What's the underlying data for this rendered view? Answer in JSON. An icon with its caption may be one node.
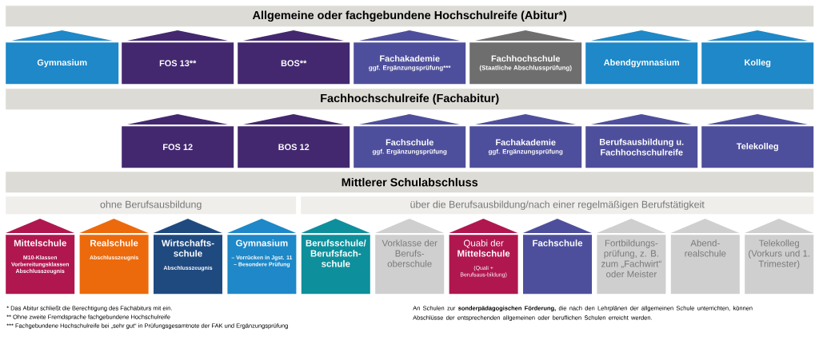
{
  "diagram": {
    "nodes": [
      {
        "text": [
          "Allgemeine oder fachgebundene Hochschulreife (Abitur*)"
        ]
      },
      {
        "text": [
          "Gymnasium"
        ]
      },
      {
        "text": [
          "FOS 13**"
        ]
      },
      {
        "text": [
          "BOS**"
        ]
      },
      {
        "text": [
          "Fachakademie",
          "ggf. Ergänzungsprüfung***"
        ]
      },
      {
        "text": [
          "Fachhochschule",
          "(Staatliche Abschlussprüfung)"
        ]
      },
      {
        "text": [
          "Abendgymnasium"
        ]
      },
      {
        "text": [
          "Kolleg"
        ]
      },
      {
        "text": [
          "Fachhochschulreife (Fachabitur)"
        ]
      },
      {
        "text": [
          "FOS 12"
        ]
      },
      {
        "text": [
          "BOS 12"
        ]
      },
      {
        "text": [
          "Fachschule",
          "ggf. Ergänzungsprüfung"
        ]
      },
      {
        "text": [
          "Fachakademie",
          "ggf. Ergänzungsprüfung"
        ]
      },
      {
        "text": [
          "Berufsausbildung u. Fachhochschulreife"
        ]
      },
      {
        "text": [
          "Telekolleg"
        ]
      },
      {
        "text": [
          "Mittlerer Schulabschluss"
        ]
      },
      {
        "text": [
          "ohne Berufsausbildung"
        ]
      },
      {
        "text": [
          "über die Berufsausbildung/nach einer regelmäßigen Berufstätigkeit"
        ]
      },
      {
        "text": [
          "Mittelschule",
          "M10-Klassen Vorbereitungsklassen Abschlusszeugnis"
        ]
      },
      {
        "text": [
          "Realschule",
          "Abschlusszeugnis"
        ]
      },
      {
        "text": [
          "Wirtschafts-schule",
          "Abschlusszeugnis"
        ]
      },
      {
        "text": [
          "Gymnasium",
          "– Vorrücken in Jgst. 11 – Besondere Prüfung"
        ]
      },
      {
        "text": [
          "Berufsschule/ Berufsfach-schule"
        ]
      },
      {
        "text": [
          "Vorklasse der Berufs-oberschule"
        ]
      },
      {
        "text": [
          "Quabi der **Mittelschule**",
          "(Quali + Berufsaus-bildung)"
        ]
      },
      {
        "text": [
          "Fachschule"
        ]
      },
      {
        "text": [
          "Fortbildungs-prüfung, z. B. zum „Fachwirt“ oder Meister"
        ]
      },
      {
        "text": [
          "Abend-realschule"
        ]
      },
      {
        "text": [
          "Telekolleg (Vorkurs und 1. Trimester)"
        ]
      }
    ],
    "labels": [
      "* Das Abitur schließt die Berechtigung des Fachabiturs mit ein.",
      "** Ohne zweite Fremdsprache fachgebundene Hochschulreife",
      "*** Fachgebundene Hochschulreife bei „sehr gut“ in Prüfungsgesamtnote der FAK und Ergänzungsprüfung",
      "An Schulen zur **sonderpädagogischen Förderung,** die nach den Lehrplänen der allgemeinen Schule unterrichten, können Abschlüsse der entsprechenden allgemeinen oder beruflichen Schulen erreicht werden."
    ]
  }
}
